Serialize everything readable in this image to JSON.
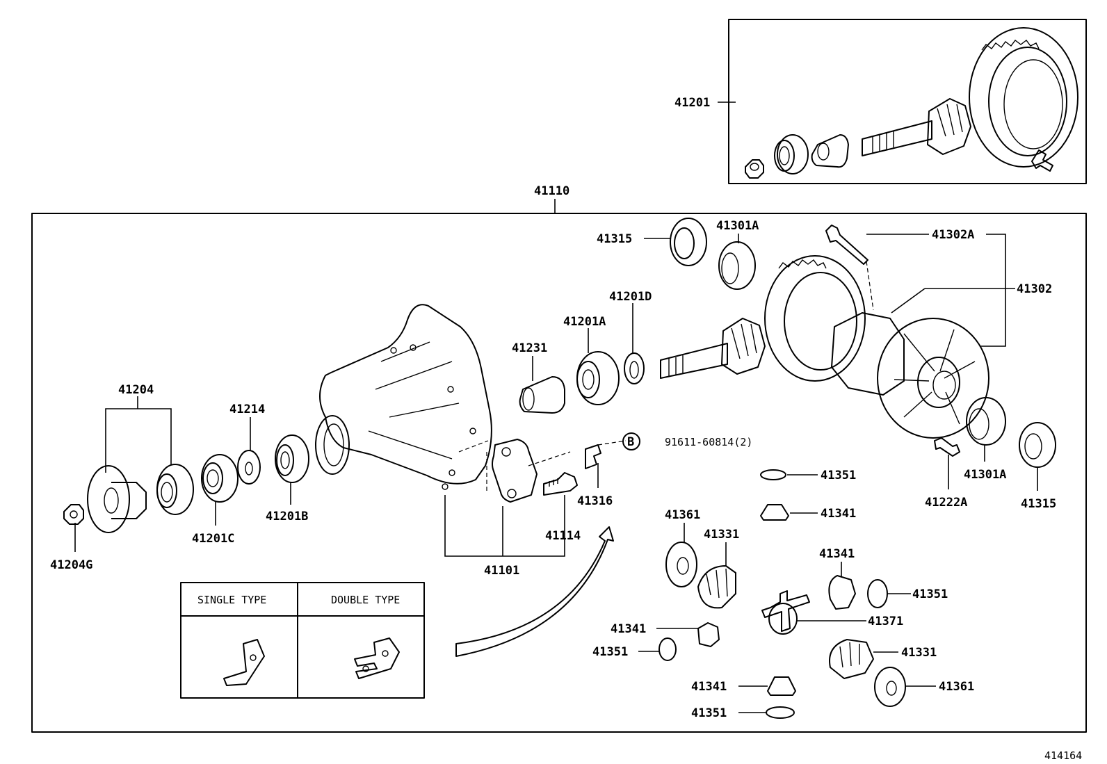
{
  "diagram_id": "414164",
  "labels": {
    "p41201": "41201",
    "p41110": "41110",
    "p41315_top": "41315",
    "p41301A_top": "41301A",
    "p41302A": "41302A",
    "p41302": "41302",
    "p41201D": "41201D",
    "p41201A": "41201A",
    "p41231": "41231",
    "p41204": "41204",
    "p41214": "41214",
    "p41201B": "41201B",
    "p41201C": "41201C",
    "p41204G": "41204G",
    "p41101": "41101",
    "p41114": "41114",
    "p41316": "41316",
    "bolt_ref": "B",
    "bolt_part": "91611-60814(2)",
    "p41351_a": "41351",
    "p41341_a": "41341",
    "p41361_a": "41361",
    "p41331_a": "41331",
    "p41341_b": "41341",
    "p41351_b": "41351",
    "p41371": "41371",
    "p41341_c": "41341",
    "p41351_c": "41351",
    "p41331_b": "41331",
    "p41341_d": "41341",
    "p41361_b": "41361",
    "p41351_d": "41351",
    "p41222A": "41222A",
    "p41301A_bot": "41301A",
    "p41315_bot": "41315"
  },
  "inset": {
    "single_type": "SINGLE TYPE",
    "double_type": "DOUBLE TYPE"
  }
}
